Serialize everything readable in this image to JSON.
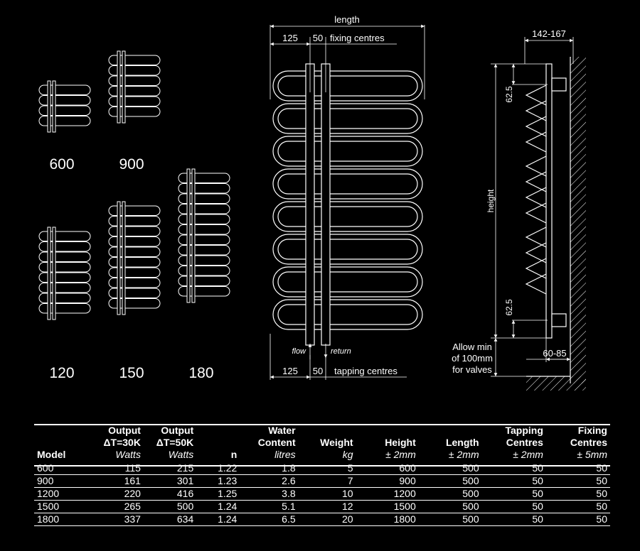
{
  "models": [
    {
      "label": "600",
      "loops": 4
    },
    {
      "label": "900",
      "loops": 6
    },
    {
      "label": "120",
      "loops": 8
    },
    {
      "label": "150",
      "loops": 10
    },
    {
      "label": "180",
      "loops": 12
    }
  ],
  "front_view": {
    "length": "length",
    "fixing_left": "125",
    "fixing_gap": "50",
    "fixing_label": "fixing centres",
    "flow": "flow",
    "return": "return",
    "tapping_left": "125",
    "tapping_gap": "50",
    "tapping_label": "tapping centres"
  },
  "side_view": {
    "depth": "142-167",
    "top_offset": "62.5",
    "height": "height",
    "bottom_offset": "62.5",
    "valve_note": [
      "Allow min",
      "of 100mm",
      "for valves"
    ],
    "wall_gap": "60-85"
  },
  "table": {
    "headers": [
      {
        "label": "Model",
        "unit": ""
      },
      {
        "label": "Output ΔT=30K",
        "unit": "Watts"
      },
      {
        "label": "Output ΔT=50K",
        "unit": "Watts"
      },
      {
        "label": "n",
        "unit": ""
      },
      {
        "label": "Water Content",
        "unit": "litres"
      },
      {
        "label": "Weight",
        "unit": "kg"
      },
      {
        "label": "Height",
        "unit": "± 2mm"
      },
      {
        "label": "Length",
        "unit": "± 2mm"
      },
      {
        "label": "Tapping Centres",
        "unit": "± 2mm"
      },
      {
        "label": "Fixing Centres",
        "unit": "± 5mm"
      }
    ],
    "rows": [
      [
        "600",
        "115",
        "215",
        "1.22",
        "1.8",
        "5",
        "600",
        "500",
        "50",
        "50"
      ],
      [
        "900",
        "161",
        "301",
        "1.23",
        "2.6",
        "7",
        "900",
        "500",
        "50",
        "50"
      ],
      [
        "1200",
        "220",
        "416",
        "1.25",
        "3.8",
        "10",
        "1200",
        "500",
        "50",
        "50"
      ],
      [
        "1500",
        "265",
        "500",
        "1.24",
        "5.1",
        "12",
        "1500",
        "500",
        "50",
        "50"
      ],
      [
        "1800",
        "337",
        "634",
        "1.24",
        "6.5",
        "20",
        "1800",
        "500",
        "50",
        "50"
      ]
    ]
  }
}
